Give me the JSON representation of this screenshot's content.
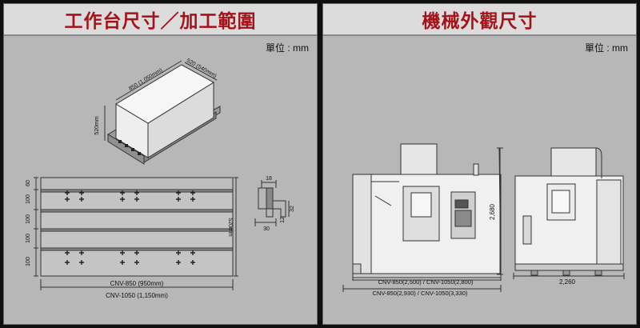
{
  "left_panel": {
    "title": "工作台尺寸／加工範圍",
    "unit_label": "單位 : mm",
    "box_height_label": "520mm",
    "box_length_label": "850 (1,050mm)",
    "box_width_label": "520 (540mm)",
    "row_dims": [
      "60",
      "100",
      "100",
      "100",
      "100"
    ],
    "table_height_label": "520mm",
    "width_label_1": "CNV-850 (950mm)",
    "width_label_2": "CNV-1050 (1,150mm)",
    "tslot_top": "18",
    "tslot_height": "32",
    "tslot_inner": "12",
    "tslot_bottom": "30"
  },
  "right_panel": {
    "title": "機械外觀尺寸",
    "unit_label": "單位 : mm",
    "front_width_1": "CNV-850(2,500) / CNV-1050(2,800)",
    "front_width_2": "CNV-850(2,930) / CNV-1050(3,330)",
    "side_height": "2,680",
    "side_width": "2,260"
  }
}
